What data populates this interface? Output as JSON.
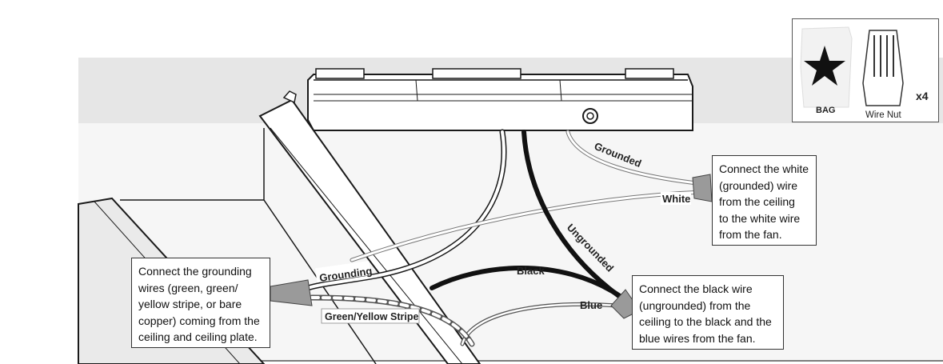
{
  "parts": {
    "bag_label": "BAG",
    "wirenut_label": "Wire Nut",
    "quantity": "x4"
  },
  "wire_labels": {
    "grounded": "Grounded",
    "white": "White",
    "ungrounded": "Ungrounded",
    "black": "Black",
    "blue": "Blue",
    "grounding": "Grounding",
    "green_yellow_stripe": "Green/Yellow Stripe"
  },
  "callouts": {
    "white": [
      "Connect the white",
      "(grounded) wire",
      "from the ceiling",
      "to the white wire",
      "from the fan."
    ],
    "black": [
      "Connect the black wire",
      "(ungrounded) from the",
      "ceiling to the black and the",
      "blue wires from the fan."
    ],
    "ground": [
      "Connect the  grounding",
      "wires (green, green/",
      "yellow stripe, or bare",
      "copper) coming from the",
      "ceiling and ceiling plate."
    ]
  },
  "colors": {
    "ceiling_band": "#e6e6e6",
    "wall_area": "#f5f5f5",
    "wire_nut": "#9a9a9a",
    "outline": "#1a1a1a"
  }
}
